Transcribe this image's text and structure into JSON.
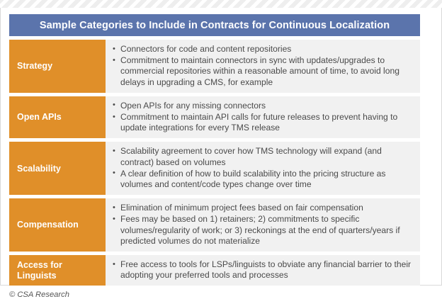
{
  "header": {
    "title": "Sample Categories to Include in Contracts for Continuous Localization"
  },
  "colors": {
    "header_blue": "#5B74AC",
    "category_orange": "#E08F29",
    "body_gray": "#F1F1F1",
    "text_gray": "#4A4A4A"
  },
  "table": {
    "rows": [
      {
        "category": "Strategy",
        "bullets": [
          "Connectors for code and content repositories",
          "Commitment to maintain connectors in sync with updates/upgrades to commercial repositories within a reasonable amount of time, to avoid long delays in upgrading a CMS, for example"
        ]
      },
      {
        "category": "Open APIs",
        "bullets": [
          "Open APIs for any missing connectors",
          "Commitment to maintain API calls for future releases to prevent having to update integrations for every TMS release"
        ]
      },
      {
        "category": "Scalability",
        "bullets": [
          "Scalability agreement to cover how TMS technology will expand (and contract) based on volumes",
          "A clear definition of how to build scalability into the pricing structure as volumes and content/code types change over time"
        ]
      },
      {
        "category": "Compensation",
        "bullets": [
          "Elimination of minimum project fees based on fair compensation",
          "Fees may be based on 1) retainers; 2) commitments to specific volumes/regularity of work; or 3) reckonings at the end of quarters/years if predicted volumes do not materialize"
        ]
      },
      {
        "category": "Access for Linguists",
        "bullets": [
          "Free access to tools for LSPs/linguists to obviate any financial barrier to their adopting your preferred tools and processes"
        ]
      }
    ]
  },
  "footer": {
    "credit": "© CSA Research"
  }
}
